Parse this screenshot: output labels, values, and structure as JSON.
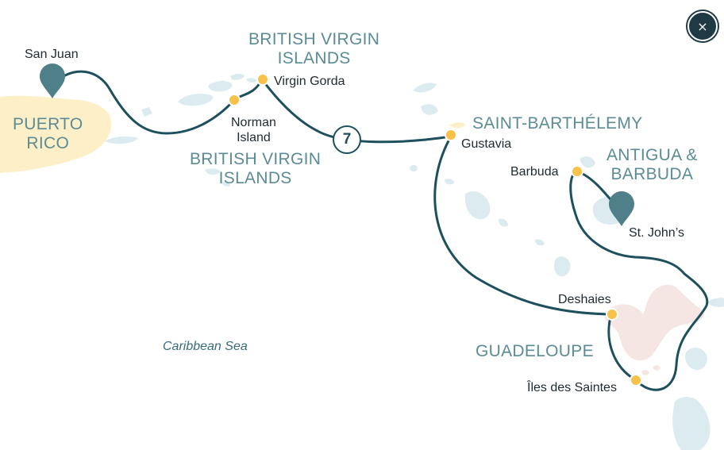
{
  "close_button": {
    "label": "×",
    "icon": "close-icon"
  },
  "route": {
    "nights": "7",
    "color": "#1d4f5c"
  },
  "ports": [
    {
      "id": "san-juan",
      "label": "San Juan",
      "type": "pin"
    },
    {
      "id": "norman-island",
      "label": "Norman\nIsland",
      "type": "stop"
    },
    {
      "id": "virgin-gorda",
      "label": "Virgin Gorda",
      "type": "stop"
    },
    {
      "id": "gustavia",
      "label": "Gustavia",
      "type": "stop"
    },
    {
      "id": "barbuda",
      "label": "Barbuda",
      "type": "stop"
    },
    {
      "id": "st-johns",
      "label": "St. John’s",
      "type": "pin"
    },
    {
      "id": "deshaies",
      "label": "Deshaies",
      "type": "stop"
    },
    {
      "id": "iles-des-saintes",
      "label": "Îles des Saintes",
      "type": "stop"
    }
  ],
  "regions": [
    {
      "id": "puerto-rico",
      "label": "PUERTO\nRICO"
    },
    {
      "id": "bvi-top",
      "label": "BRITISH VIRGIN\nISLANDS"
    },
    {
      "id": "bvi-bottom",
      "label": "BRITISH VIRGIN\nISLANDS"
    },
    {
      "id": "saint-barthelemy",
      "label": "SAINT-BARTHÉLEMY"
    },
    {
      "id": "antigua-barbuda",
      "label": "ANTIGUA &\nBARBUDA"
    },
    {
      "id": "guadeloupe",
      "label": "GUADELOUPE"
    }
  ],
  "sea_label": "Caribbean Sea",
  "colors": {
    "land_highlight": "#fdf0c9",
    "land_guadeloupe": "#f5e6e3",
    "land_other": "#dcebf0",
    "stop_marker": "#f8c24a",
    "pin_marker": "#4f7f88"
  }
}
